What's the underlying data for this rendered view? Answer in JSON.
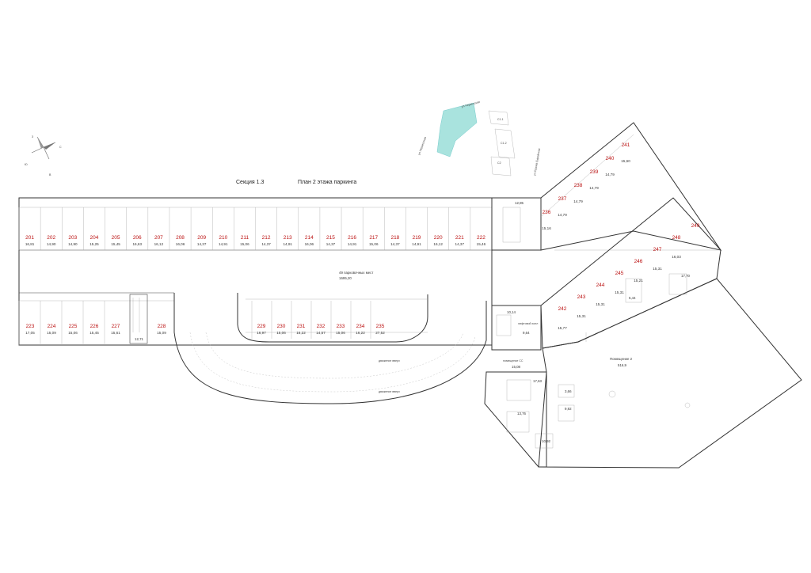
{
  "header": {
    "section_label": "Секция 1.3",
    "plan_title": "План 2 этажа паркинга"
  },
  "compass": {
    "n": "С",
    "s": "Ю",
    "e": "В",
    "w": "З"
  },
  "location_map": {
    "streets": [
      "ул.Черкесская",
      "ул.Черкесская",
      "ул.Героев Бурейская"
    ],
    "blocks": [
      "С1.1",
      "С1.2",
      "С2"
    ],
    "courtyard_color": "#a9e3de"
  },
  "parking": {
    "total_label": "49 парковочных мест",
    "total_area": "1695,20"
  },
  "spaces_top": [
    {
      "num": "201",
      "area": "16,81"
    },
    {
      "num": "202",
      "area": "14,90"
    },
    {
      "num": "203",
      "area": "14,90"
    },
    {
      "num": "204",
      "area": "15,25"
    },
    {
      "num": "205",
      "area": "15,45"
    },
    {
      "num": "206",
      "area": "16,63"
    },
    {
      "num": "207",
      "area": "16,12"
    },
    {
      "num": "208",
      "area": "16,06"
    },
    {
      "num": "209",
      "area": "14,37"
    },
    {
      "num": "210",
      "area": "14,91"
    },
    {
      "num": "211",
      "area": "15,06"
    },
    {
      "num": "212",
      "area": "14,37"
    },
    {
      "num": "213",
      "area": "14,91"
    },
    {
      "num": "214",
      "area": "16,06"
    },
    {
      "num": "215",
      "area": "14,37"
    },
    {
      "num": "216",
      "area": "14,91"
    },
    {
      "num": "217",
      "area": "15,06"
    },
    {
      "num": "218",
      "area": "14,37"
    },
    {
      "num": "219",
      "area": "14,91"
    },
    {
      "num": "220",
      "area": "16,12"
    },
    {
      "num": "221",
      "area": "14,37"
    },
    {
      "num": "222",
      "area": "15,46"
    }
  ],
  "spaces_left_bottom": [
    {
      "num": "223",
      "area": "17,05"
    },
    {
      "num": "224",
      "area": "15,09"
    },
    {
      "num": "225",
      "area": "15,06"
    },
    {
      "num": "226",
      "area": "15,45"
    },
    {
      "num": "227",
      "area": "15,61"
    }
  ],
  "space_228": {
    "num": "228",
    "area": "15,09"
  },
  "spaces_ramp": [
    {
      "num": "229",
      "area": "16,97"
    },
    {
      "num": "230",
      "area": "15,06"
    },
    {
      "num": "231",
      "area": "16,22"
    },
    {
      "num": "232",
      "area": "14,57"
    },
    {
      "num": "233",
      "area": "15,06"
    },
    {
      "num": "234",
      "area": "16,22"
    },
    {
      "num": "235",
      "area": "27,52"
    }
  ],
  "spaces_upper_wing": [
    {
      "num": "236",
      "area": "15,16"
    },
    {
      "num": "237",
      "area": "14,79"
    },
    {
      "num": "238",
      "area": "14,79"
    },
    {
      "num": "239",
      "area": "14,79"
    },
    {
      "num": "240",
      "area": "14,79"
    },
    {
      "num": "241",
      "area": "15,60"
    }
  ],
  "spaces_lower_wing": [
    {
      "num": "242",
      "area": "15,77"
    },
    {
      "num": "243",
      "area": "15,31"
    },
    {
      "num": "244",
      "area": "15,31"
    },
    {
      "num": "245",
      "area": "15,31"
    },
    {
      "num": "246",
      "area": "15,21"
    },
    {
      "num": "247",
      "area": "15,31"
    },
    {
      "num": "248",
      "area": "16,03"
    },
    {
      "num": "249",
      "area": ""
    }
  ],
  "rooms": {
    "stair_top": "12,85",
    "stair_left": "12,71",
    "core_a": "10,14",
    "lift_hall_label": "лифтовой холл",
    "lift_hall_area": "9,64",
    "cc_room_label": "помещение СС",
    "cc_room_area": "15,08",
    "core_b": "17,63",
    "core_c": "3,66",
    "core_d": "9,92",
    "core_e": "13,76",
    "core_f": "10,92",
    "room_wing": "5,44",
    "room_wing2": "17,70",
    "room2_label": "Помещение 2",
    "room2_area": "516,9"
  },
  "ramp": {
    "motion_up_1": "движение вверх",
    "motion_up_2": "движение вверх"
  }
}
